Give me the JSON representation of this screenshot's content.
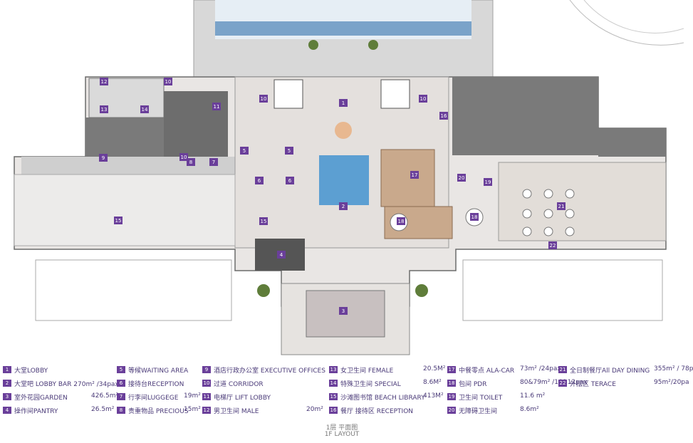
{
  "legend": [
    {
      "num": "1",
      "label": "大堂LOBBY",
      "value": ""
    },
    {
      "num": "2",
      "label": "大堂吧 LOBBY BAR 270m² /34pax",
      "value": ""
    },
    {
      "num": "3",
      "label": "室外花园GARDEN",
      "value": "426.5m²"
    },
    {
      "num": "4",
      "label": "操作间PANTRY",
      "value": "26.5m²"
    },
    {
      "num": "5",
      "label": "等候WAITING AREA",
      "value": ""
    },
    {
      "num": "6",
      "label": "接待台RECEPTION",
      "value": ""
    },
    {
      "num": "7",
      "label": "行李间LUGGEGE",
      "value": "19m²"
    },
    {
      "num": "8",
      "label": "贵重物品 PRECIOUS",
      "value": "15m²"
    },
    {
      "num": "9",
      "label": "酒店行政办公室 EXECUTIVE OFFICES",
      "value": ""
    },
    {
      "num": "10",
      "label": "过道 CORRIDOR",
      "value": ""
    },
    {
      "num": "11",
      "label": "电梯厅 LIFT LOBBY",
      "value": ""
    },
    {
      "num": "12",
      "label": "男卫生间 MALE",
      "value": "20m²"
    },
    {
      "num": "13",
      "label": "女卫生间 FEMALE",
      "value": "20.5M²"
    },
    {
      "num": "14",
      "label": "特殊卫生间 SPECIAL",
      "value": "8.6M²"
    },
    {
      "num": "15",
      "label": "沙滩图书馆 BEACH LIBRARY",
      "value": "413M²"
    },
    {
      "num": "16",
      "label": "餐厅 接待区 RECEPTION",
      "value": ""
    },
    {
      "num": "17",
      "label": "中餐零点 ALA-CAR",
      "value": "73m² /24pax"
    },
    {
      "num": "18",
      "label": "包间 PDR",
      "value": "80&79m² /16&12pax"
    },
    {
      "num": "19",
      "label": "卫生间 TOILET",
      "value": "11.6 m²"
    },
    {
      "num": "20",
      "label": "无障碍卫生间",
      "value": "8.6m²"
    },
    {
      "num": "21",
      "label": "全日制餐厅All DAY DINING",
      "value": "355m² / 78p"
    },
    {
      "num": "22",
      "label": "外摆区 TERACE",
      "value": "95m²/20pa"
    }
  ],
  "plan_tags": [
    "1",
    "2",
    "3",
    "4",
    "5",
    "5",
    "6",
    "6",
    "7",
    "8",
    "9",
    "10",
    "10",
    "10",
    "10",
    "11",
    "12",
    "13",
    "14",
    "15",
    "15",
    "16",
    "17",
    "18",
    "18",
    "19",
    "20",
    "21",
    "22"
  ],
  "caption": {
    "cn": "1层 平面图",
    "en": "1F LAYOUT"
  },
  "colors": {
    "tag": "#6a3f9a",
    "label": "#4a3a78",
    "floor": "#e9e6e4",
    "dark": "#6d6d6d",
    "wood": "#c9a98c",
    "water": "#3a8fd0"
  }
}
